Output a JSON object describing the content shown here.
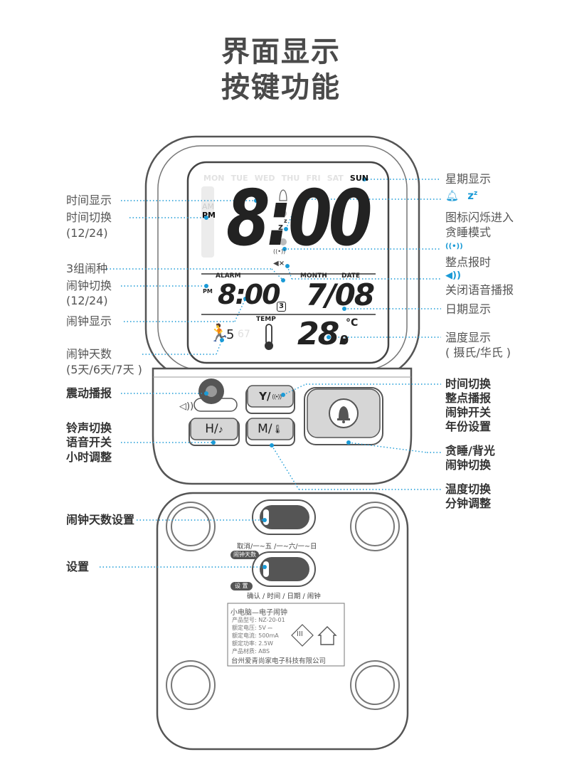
{
  "title": {
    "line1": "界面显示",
    "line2": "按键功能"
  },
  "lcd": {
    "weekdays": [
      "MON",
      "TUE",
      "WED",
      "THU",
      "FRI",
      "SAT",
      "SUN"
    ],
    "am": "AM",
    "pm": "PM",
    "time": "8:00",
    "alarm_label": "ALARM",
    "month_label": "MONTH",
    "date_label": "DATE",
    "alarm_pm": "PM",
    "alarm_time": "8:00",
    "alarm_group": "3",
    "date_value": "7/08",
    "temp_label": "TEMP",
    "temp_value": "28.",
    "temp_decimal": "9",
    "temp_unit": "°C",
    "alarm_days": "5",
    "alarm_days_ghost": "67",
    "snooze_z": "z",
    "snooze_z_small": "z"
  },
  "buttons": {
    "y_key": "Y/",
    "h_key": "H/",
    "m_key": "M/"
  },
  "labels_left": [
    {
      "id": "time-display",
      "text": "时间显示",
      "bold": false
    },
    {
      "id": "time-switch",
      "text": "时间切换",
      "bold": false
    },
    {
      "id": "time-switch-sub",
      "text": "(12/24)",
      "bold": false
    },
    {
      "id": "alarm-groups",
      "text": "3组闹种",
      "bold": false
    },
    {
      "id": "alarm-switch",
      "text": "闹钟切换",
      "bold": false
    },
    {
      "id": "alarm-switch-sub",
      "text": "(12/24)",
      "bold": false
    },
    {
      "id": "alarm-display",
      "text": "闹钟显示",
      "bold": false
    },
    {
      "id": "alarm-days",
      "text": "闹钟天数",
      "bold": false
    },
    {
      "id": "alarm-days-sub",
      "text": "(5天/6天/7天 )",
      "bold": false
    },
    {
      "id": "vibration",
      "text": "震动播报",
      "bold": true
    },
    {
      "id": "ring-switch",
      "text": "铃声切换",
      "bold": true
    },
    {
      "id": "voice-switch",
      "text": "语音开关",
      "bold": true
    },
    {
      "id": "hour-adjust",
      "text": "小时调整",
      "bold": true
    },
    {
      "id": "alarm-days-setting",
      "text": "闹钟天数设置",
      "bold": true
    },
    {
      "id": "settings",
      "text": "设置",
      "bold": true
    }
  ],
  "labels_right": [
    {
      "id": "weekday-display",
      "text": "星期显示",
      "bold": false
    },
    {
      "id": "snooze-note-1",
      "text": "图标闪烁进入",
      "bold": false
    },
    {
      "id": "snooze-note-2",
      "text": "贪睡模式",
      "bold": false
    },
    {
      "id": "hourly-chime",
      "text": "整点报时",
      "bold": false
    },
    {
      "id": "mute-voice",
      "text": "关闭语音播报",
      "bold": false
    },
    {
      "id": "date-display",
      "text": "日期显示",
      "bold": false
    },
    {
      "id": "temp-display",
      "text": "温度显示",
      "bold": false
    },
    {
      "id": "temp-display-sub",
      "text": "( 摄氏/华氏 )",
      "bold": false
    },
    {
      "id": "y-time-switch",
      "text": "时间切换",
      "bold": true
    },
    {
      "id": "y-chime",
      "text": "整点播报",
      "bold": true
    },
    {
      "id": "y-alarm-toggle",
      "text": "闹钟开关",
      "bold": true
    },
    {
      "id": "y-year-set",
      "text": "年份设置",
      "bold": true
    },
    {
      "id": "snooze-backlight",
      "text": "贪睡/背光",
      "bold": true
    },
    {
      "id": "snooze-alarm-switch",
      "text": "闹钟切换",
      "bold": true
    },
    {
      "id": "temp-switch",
      "text": "温度切换",
      "bold": true
    },
    {
      "id": "minute-adjust",
      "text": "分钟调整",
      "bold": true
    }
  ],
  "back": {
    "switch1_caption": "取消/一~五 /一~六/一~日",
    "switch2_tag": "闹钟天数",
    "switch2_tag2": "设 置",
    "switch2_caption": "确认 / 时间 / 日期 / 闹钟",
    "product_title": "小电脑—电子闹钟",
    "spec_lines": [
      "产品型号:  NZ-20-01",
      "额定电压:  5V ⎓",
      "额定电流:  500mA",
      "额定功率:  2.5W",
      "产品材质:  ABS"
    ],
    "company": "台州爱青尚家电子科技有限公司",
    "class_mark": "III"
  },
  "colors": {
    "accent": "#1a9ad6",
    "lcd_dark": "#222222",
    "lcd_ghost": "#e8e8e8",
    "device_outline": "#555555"
  }
}
